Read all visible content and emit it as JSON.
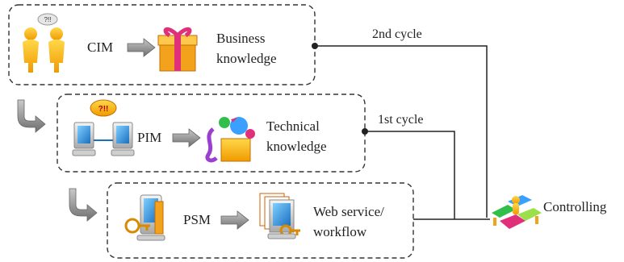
{
  "stages": [
    {
      "acronym": "CIM",
      "knowledge_line1": "Business",
      "knowledge_line2": "knowledge"
    },
    {
      "acronym": "PIM",
      "knowledge_line1": "Technical",
      "knowledge_line2": "knowledge"
    },
    {
      "acronym": "PSM",
      "knowledge_line1": "Web service/",
      "knowledge_line2": "workflow"
    }
  ],
  "cycles": {
    "second": "2nd cycle",
    "first": "1st cycle"
  },
  "controller": {
    "label": "Controlling"
  },
  "icons": {
    "people": "people-question-icon",
    "gift": "gift-box-icon",
    "computers": "networked-computers-icon",
    "toys": "jack-in-the-box-icon",
    "key_computer": "computer-key-icon",
    "documents": "document-stack-key-icon",
    "control": "control-puzzle-icon",
    "arrow": "gray-right-arrow-icon",
    "bend": "bent-down-arrow-icon"
  },
  "colors": {
    "line": "#222222",
    "dash": "#333333",
    "arrow": "#8a8a8a"
  }
}
